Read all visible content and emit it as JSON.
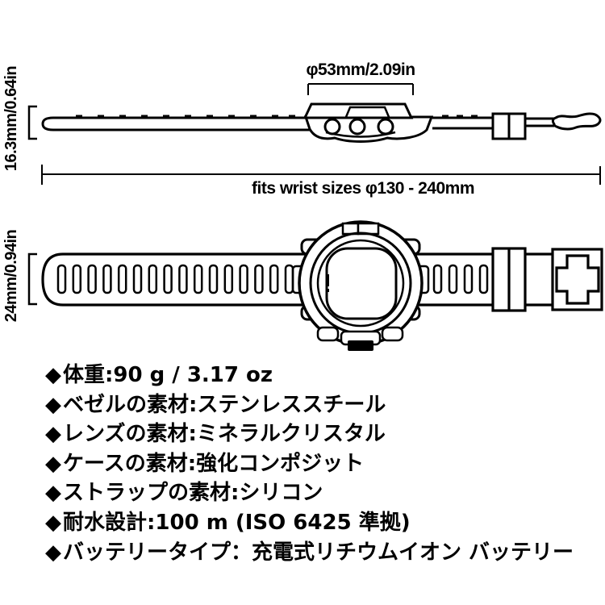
{
  "side_view": {
    "diameter_label": "φ53mm/2.09in",
    "thickness_label": "16.3mm/0.64in",
    "wrist_fit_label": "fits wrist sizes φ130 - 240mm"
  },
  "top_view": {
    "strap_width_label": "24mm/0.94in"
  },
  "specs": {
    "items": [
      {
        "bullet": "◆",
        "text": "体重:90 g / 3.17 oz"
      },
      {
        "bullet": "◆",
        "text": "ベゼルの素材:ステンレススチール"
      },
      {
        "bullet": "◆",
        "text": "レンズの素材:ミネラルクリスタル"
      },
      {
        "bullet": "◆",
        "text": "ケースの素材:強化コンポジット"
      },
      {
        "bullet": "◆",
        "text": "ストラップの素材:シリコン"
      },
      {
        "bullet": "◆",
        "text": "耐水設計:100 m (ISO 6425 準拠)"
      },
      {
        "bullet": "◆",
        "text": "バッテリータイプ：充電式リチウムイオン バッテリー"
      }
    ]
  },
  "colors": {
    "line": "#000000",
    "background": "#ffffff"
  }
}
